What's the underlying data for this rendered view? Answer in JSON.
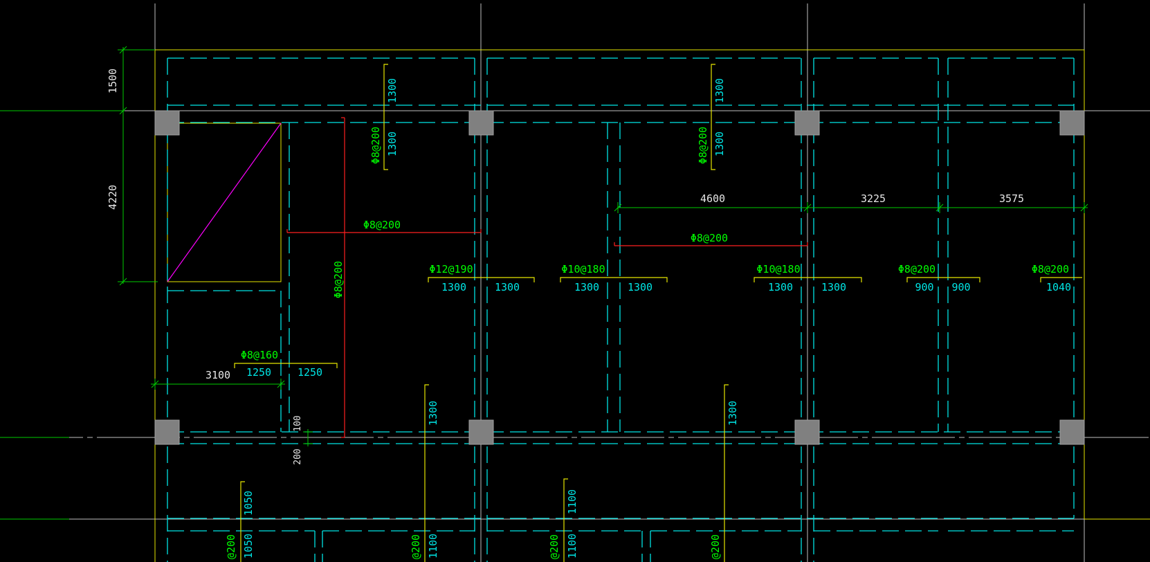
{
  "colors": {
    "background": "#000000",
    "axis": "#bfbfbf",
    "slab_edge": "#e6e600",
    "beam_dashed": "#00e5e5",
    "dimension": "#00cc00",
    "rebar_red": "#ff2020",
    "rebar_label": "#00ff00",
    "column": "#808080",
    "opening_diagonal": "#ff00ff"
  },
  "drawing": {
    "dim_left_top": "1500",
    "dim_left_mid": "4220",
    "dim_bottom_1": "4600",
    "dim_bottom_2": "3225",
    "dim_bottom_3": "3575",
    "dim_left_span": "3100",
    "dim_small_1": "100",
    "dim_small_2": "200",
    "rebar_labels": {
      "r1": "Φ8@200",
      "r2": "Φ8@200",
      "r3": "Φ8@200",
      "r4": "Φ8@200",
      "r5": "Φ8@200",
      "r6": "Φ12@190",
      "r7": "Φ10@180",
      "r8": "Φ10@180",
      "r9": "Φ8@200",
      "r10": "Φ8@200",
      "r11": "Φ8@160",
      "r12": "@200",
      "r13": "@200",
      "r14": "@200",
      "r15": "@200"
    },
    "bar_lengths": {
      "b1": "1300",
      "b2": "1300",
      "b3": "1300",
      "b4": "1300",
      "b5": "1300",
      "b6": "1300",
      "b7": "1300",
      "b8": "1300",
      "b9": "900",
      "b10": "900",
      "b11": "1040",
      "b12": "1250",
      "b13": "1250",
      "b14": "1300",
      "b15": "1300",
      "b16": "1300",
      "b17": "1300",
      "b18": "1050",
      "b19": "1050",
      "b20": "1100",
      "b21": "1100",
      "b22": "1100"
    }
  }
}
